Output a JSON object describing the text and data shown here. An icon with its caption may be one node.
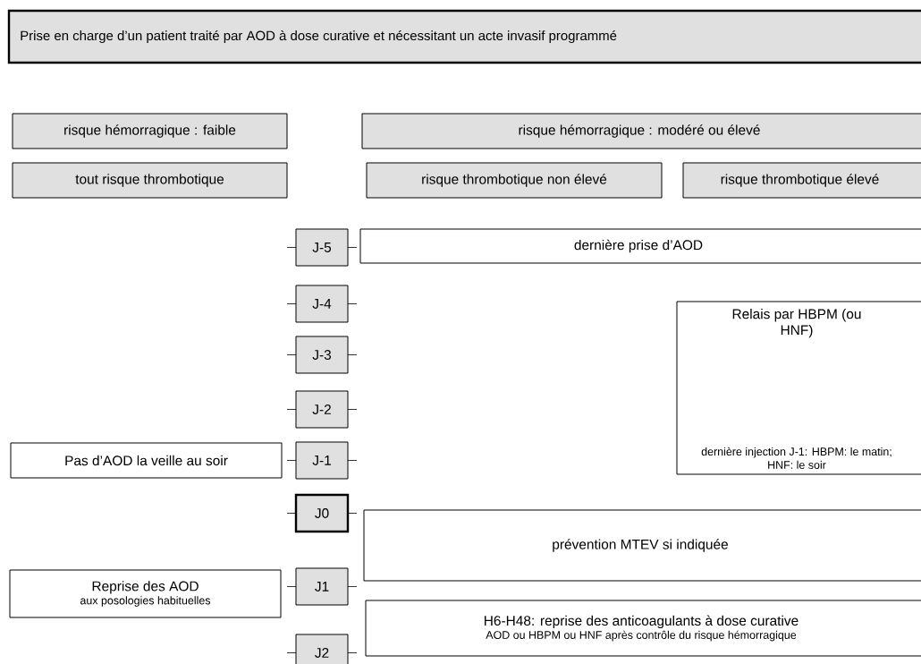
{
  "diagram": {
    "nodes": [
      {
        "text": [
          "Prise en charge d’un patient traité par AOD à dose curative et nécessitant un acte invasif programmé"
        ]
      },
      {
        "text": [
          "risque hémorragique : faible"
        ]
      },
      {
        "text": [
          "risque hémorragique : modéré ou élevé"
        ]
      },
      {
        "text": [
          "tout risque thrombotique"
        ]
      },
      {
        "text": [
          "risque thrombotique non élevé"
        ]
      },
      {
        "text": [
          "risque thrombotique élevé"
        ]
      },
      {
        "text": [
          "J-5"
        ]
      },
      {
        "text": [
          "dernière prise d’AOD"
        ]
      },
      {
        "text": [
          "J-4"
        ]
      },
      {
        "text": [
          "Relais par HBPM (ou HNF)",
          "dernière injection J-1: HBPM: le matin; HNF: le soir"
        ]
      },
      {
        "text": [
          "J-3"
        ]
      },
      {
        "text": [
          "J-2"
        ]
      },
      {
        "text": [
          "Pas d’AOD la veille au soir"
        ]
      },
      {
        "text": [
          "J-1"
        ]
      },
      {
        "text": [
          "J0"
        ]
      },
      {
        "text": [
          "prévention MTEV si indiquée"
        ]
      },
      {
        "text": [
          "Reprise des AOD",
          "aux posologies habituelles"
        ]
      },
      {
        "text": [
          "J1"
        ]
      },
      {
        "text": [
          "H6-H48: reprise des anticoagulants à dose curative",
          "AOD ou HBPM ou HNF après contrôle du risque hémorragique"
        ]
      },
      {
        "text": [
          "J2"
        ]
      }
    ]
  }
}
